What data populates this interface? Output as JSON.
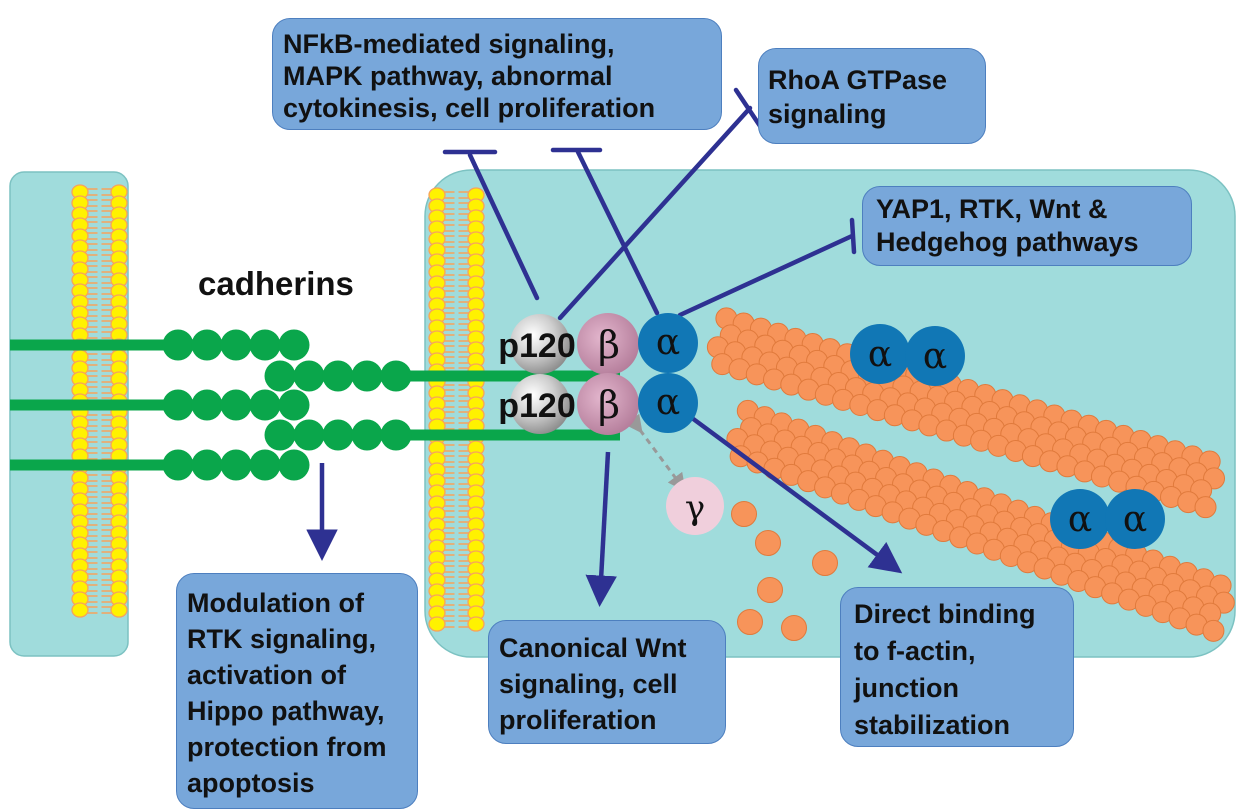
{
  "diagram": {
    "label_cadherins": "cadherins",
    "proteins": {
      "p120": "p120",
      "beta": "β",
      "alpha": "α",
      "gamma": "γ"
    },
    "boxes": {
      "nfkb": [
        "NFkB-mediated signaling,",
        "MAPK pathway, abnormal",
        "cytokinesis, cell proliferation"
      ],
      "rhoa": [
        "RhoA GTPase",
        "signaling"
      ],
      "yap1": [
        "YAP1, RTK, Wnt &",
        "Hedgehog pathways"
      ],
      "modulation": [
        "Modulation of",
        "RTK signaling,",
        "activation of",
        "Hippo pathway,",
        "protection from",
        "apoptosis"
      ],
      "canonical": [
        "Canonical Wnt",
        "signaling, cell",
        "proliferation"
      ],
      "direct": [
        "Direct binding",
        "to f-actin,",
        "junction",
        "stabilization"
      ]
    },
    "colors": {
      "cell": "#a0dcdc",
      "lipid_head": "#fff200",
      "lipid_tail": "#f7a35c",
      "cadherin": "#0aa64b",
      "actin": "#f7945a",
      "alpha": "#1177b5",
      "beta": "#c98fb0",
      "p120": "#c7c7c7",
      "gamma": "#f0cfdc",
      "arrow": "#2e3192",
      "box": "#78a7da"
    }
  }
}
